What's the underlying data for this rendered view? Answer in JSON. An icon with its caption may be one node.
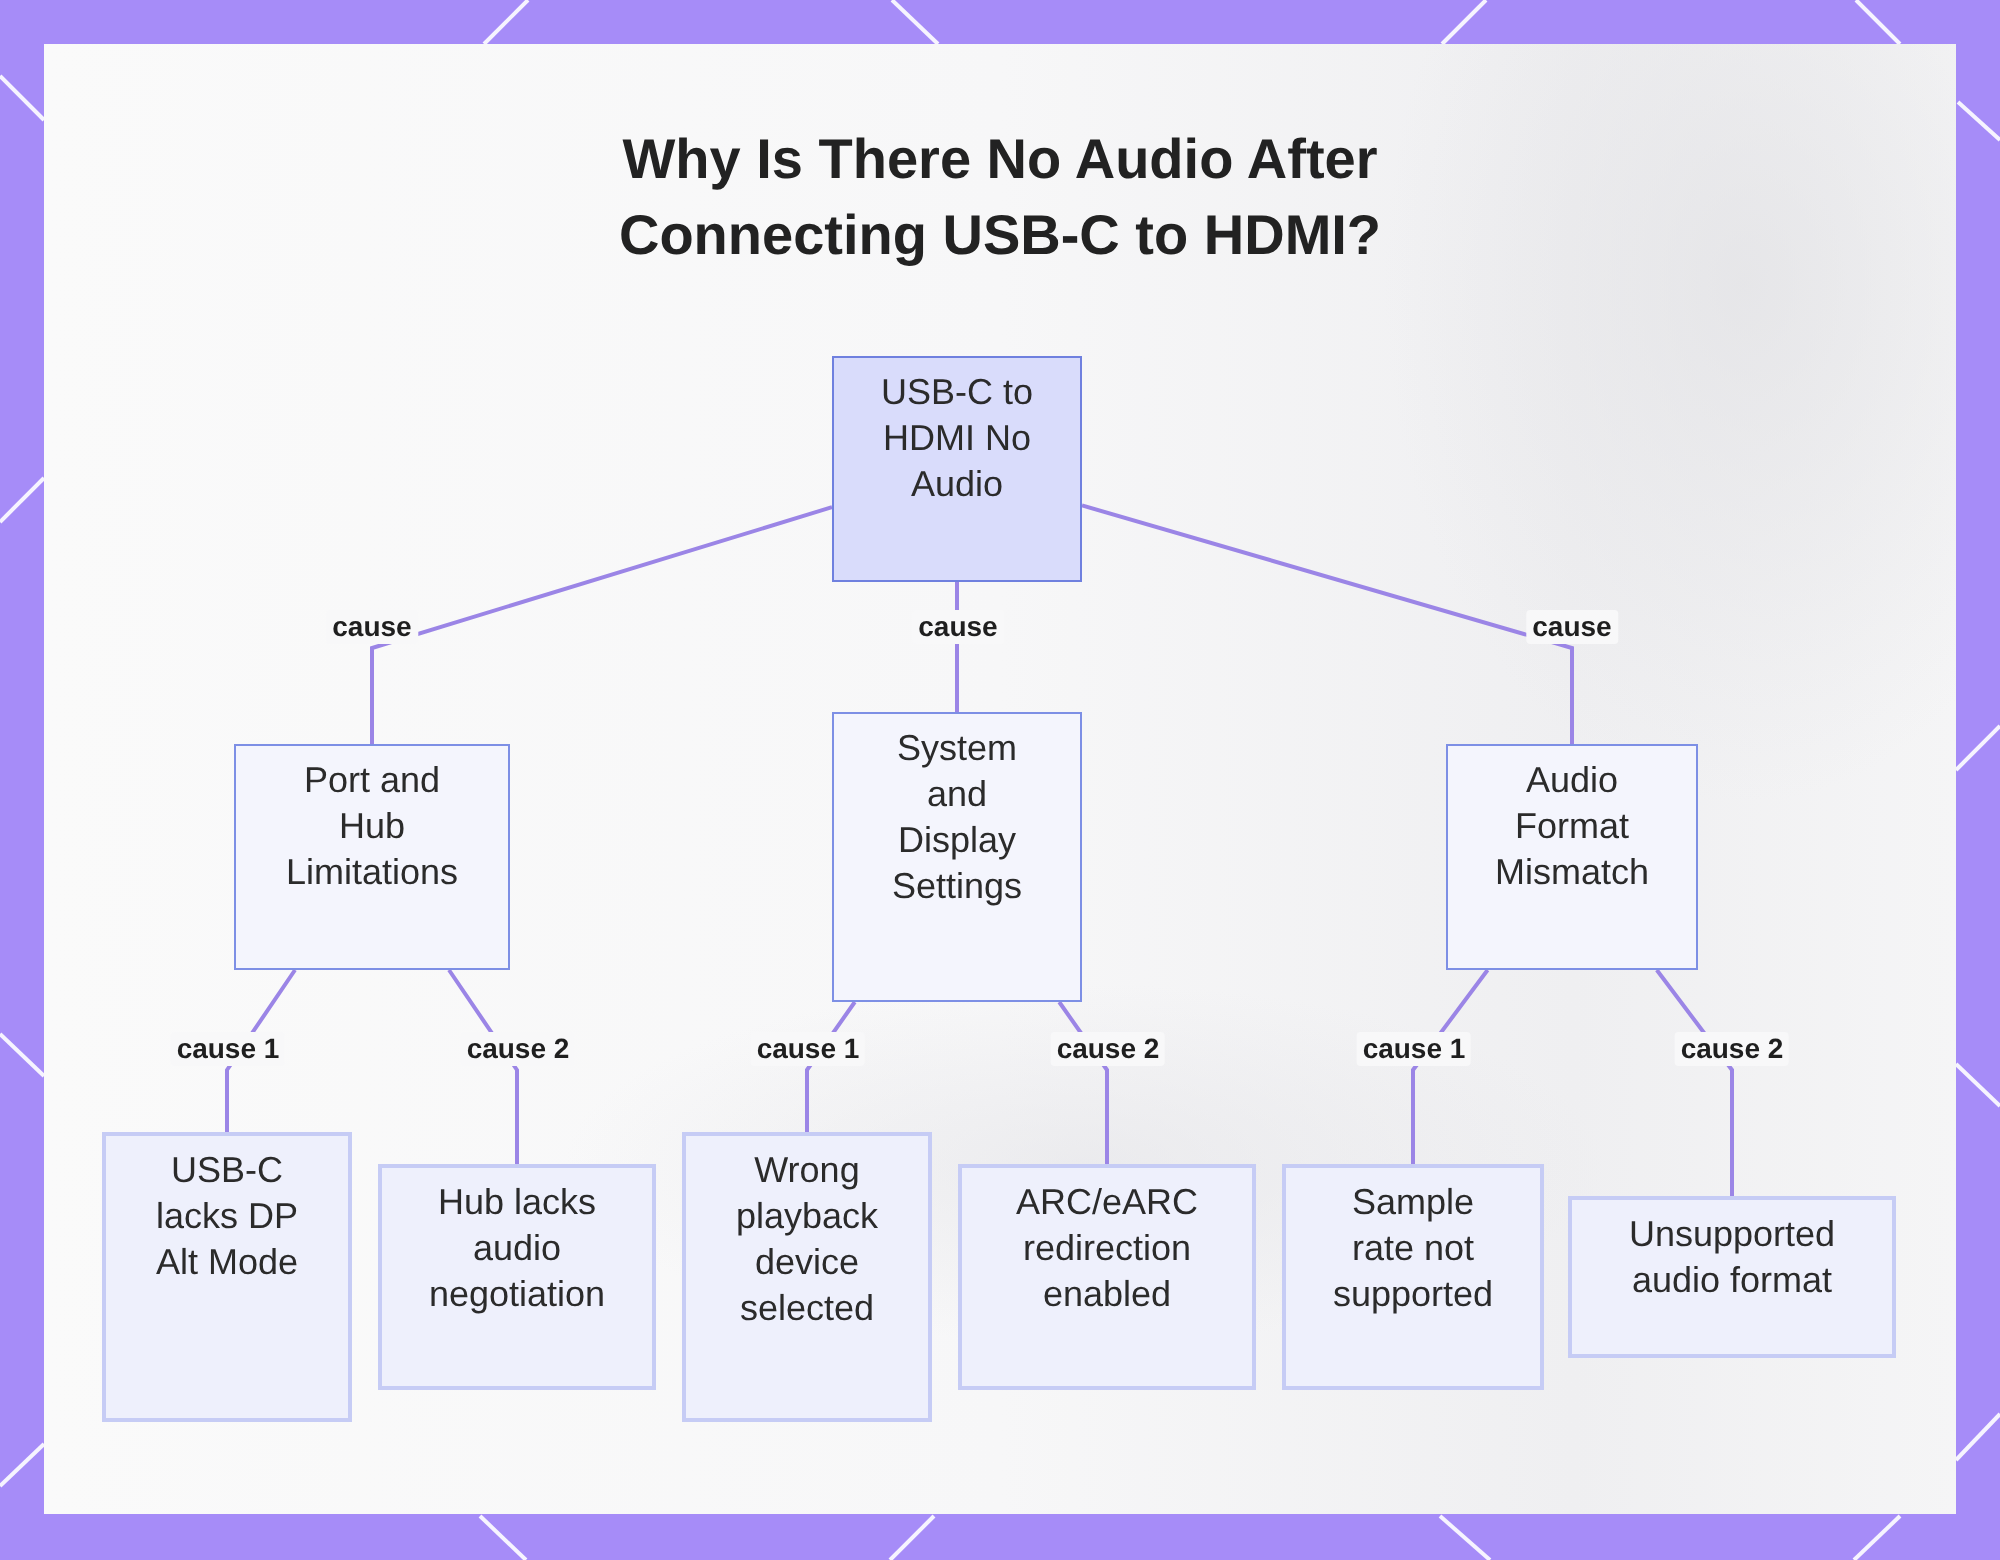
{
  "diagram": {
    "title": "Why Is There No Audio After Connecting USB-C to HDMI?",
    "nodes": [
      {
        "text": [
          "USB-C to HDMI No Audio"
        ]
      },
      {
        "text": [
          "Port and Hub Limitations"
        ]
      },
      {
        "text": [
          "System and Display Settings"
        ]
      },
      {
        "text": [
          "Audio Format Mismatch"
        ]
      },
      {
        "text": [
          "USB-C lacks DP Alt Mode"
        ]
      },
      {
        "text": [
          "Hub lacks audio negotiation"
        ]
      },
      {
        "text": [
          "Wrong playback device selected"
        ]
      },
      {
        "text": [
          "ARC/eARC redirection enabled"
        ]
      },
      {
        "text": [
          "Sample rate not supported"
        ]
      },
      {
        "text": [
          "Unsupported audio format"
        ]
      }
    ],
    "edges": [
      {
        "from": 0,
        "to": 1,
        "arrow": "none",
        "label": "cause"
      },
      {
        "from": 0,
        "to": 2,
        "arrow": "none",
        "label": "cause"
      },
      {
        "from": 0,
        "to": 3,
        "arrow": "none",
        "label": "cause"
      },
      {
        "from": 1,
        "to": 4,
        "arrow": "none",
        "label": "cause 1"
      },
      {
        "from": 1,
        "to": 5,
        "arrow": "none",
        "label": "cause 2"
      },
      {
        "from": 2,
        "to": 6,
        "arrow": "none",
        "label": "cause 1"
      },
      {
        "from": 2,
        "to": 7,
        "arrow": "none",
        "label": "cause 2"
      },
      {
        "from": 3,
        "to": 8,
        "arrow": "none",
        "label": "cause 1"
      },
      {
        "from": 3,
        "to": 9,
        "arrow": "none",
        "label": "cause 2"
      }
    ]
  }
}
